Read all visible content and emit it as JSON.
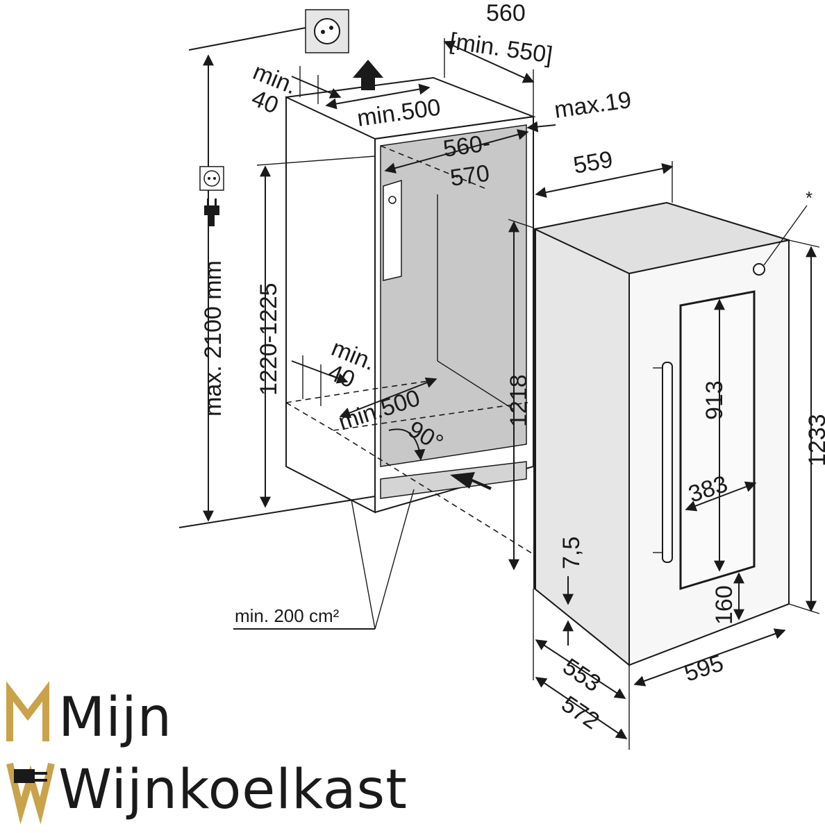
{
  "labels": {
    "depth_top": "560",
    "depth_top_min": "[min. 550]",
    "min40_top_a": "min.",
    "min40_top_b": "40",
    "min500_top": "min.500",
    "max19": "max.19",
    "inner_depth_a": "560-",
    "inner_depth_b": "570",
    "width_559": "559",
    "max_height": "max. 2100 mm",
    "niche_height": "1220-1225",
    "min40_bottom_a": "min.",
    "min40_bottom_b": "40",
    "min500_bottom": "min.500",
    "angle": "90°",
    "height_1218": "1218",
    "vent_area": "min. 200 cm²",
    "h913": "913",
    "w383": "383",
    "d75": "7,5",
    "h160": "160",
    "h1233": "1233",
    "d553": "553",
    "d572": "572",
    "w595": "595",
    "asterisk": "*"
  },
  "logo": {
    "line1": "Mijn",
    "line2": "Wijnkoelkast",
    "accent_color": "#c9a24a",
    "text_color": "#1a1a1a"
  },
  "icons": [
    "wall-socket-icon",
    "power-plug-icon",
    "air-outlet-arrow-icon",
    "air-inlet-arrow-icon",
    "door-handle-icon"
  ]
}
